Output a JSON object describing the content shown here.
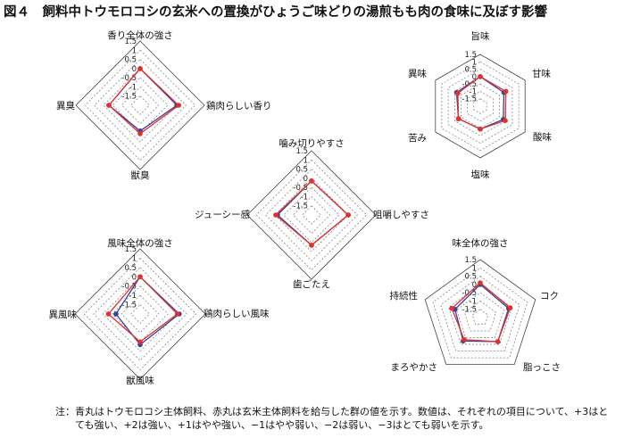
{
  "title": "図４　飼料中トウモロコシの玄米への置換がひょうご味どりの湯煎もも肉の食味に及ぼす影響",
  "legend_colors": {
    "corn": "#3a3f9a",
    "rice": "#e2302a"
  },
  "note": {
    "label": "注：",
    "text": "青丸はトウモロコシ主体飼料、赤丸は玄米主体飼料を給与した群の値を示す。数値は、それぞれの項目について、+3はとても強い、+2は強い、+1はやや強い、−1はやや弱い、−2は弱い、−3はとても弱いを示す。"
  },
  "chart_data": [
    {
      "type": "radar",
      "id": "aroma",
      "axes": [
        "香り全体の強さ",
        "鶏肉らしい香り",
        "獣臭",
        "異臭"
      ],
      "tick_labels": [
        "1.5",
        "1",
        "0.5",
        "0",
        "-0.5",
        "-1",
        "-1.5"
      ],
      "range": [
        -2,
        1.5
      ],
      "series": [
        {
          "key": "corn",
          "values": [
            0.0,
            0.0,
            -0.6,
            -0.3
          ]
        },
        {
          "key": "rice",
          "values": [
            0.0,
            0.1,
            -0.45,
            -0.3
          ]
        }
      ]
    },
    {
      "type": "radar",
      "id": "taste",
      "axes": [
        "旨味",
        "甘味",
        "酸味",
        "塩味",
        "苦み",
        "異味"
      ],
      "tick_labels": [
        "1.5",
        "1",
        "0.5",
        "0",
        "-0.5",
        "-1",
        "-1.5"
      ],
      "range": [
        -2,
        1.5
      ],
      "series": [
        {
          "key": "corn",
          "values": [
            0.0,
            -0.15,
            -0.2,
            -0.45,
            -0.3,
            -0.15
          ]
        },
        {
          "key": "rice",
          "values": [
            0.0,
            0.0,
            -0.05,
            -0.45,
            -0.3,
            -0.25
          ]
        }
      ]
    },
    {
      "type": "radar",
      "id": "texture",
      "axes": [
        "噛み切りやすさ",
        "咀嚼しやすさ",
        "歯ごたえ",
        "ジューシー感"
      ],
      "tick_labels": [
        "1.5",
        "1",
        "0.5",
        "0",
        "-0.5",
        "-1",
        "-1.5"
      ],
      "range": [
        -2,
        1.5
      ],
      "series": [
        {
          "key": "corn",
          "values": [
            -0.15,
            0.0,
            -0.35,
            -0.15
          ]
        },
        {
          "key": "rice",
          "values": [
            -0.15,
            0.0,
            -0.35,
            -0.05
          ]
        }
      ]
    },
    {
      "type": "radar",
      "id": "flavor",
      "axes": [
        "風味全体の強さ",
        "鶏肉らしい風味",
        "獣風味",
        "異風味"
      ],
      "tick_labels": [
        "1.5",
        "1",
        "0.5",
        "0",
        "-0.5",
        "-1",
        "-1.5"
      ],
      "range": [
        -2,
        1.5
      ],
      "series": [
        {
          "key": "corn",
          "values": [
            0.0,
            0.1,
            -0.35,
            -0.7
          ]
        },
        {
          "key": "rice",
          "values": [
            0.0,
            0.0,
            -0.5,
            -0.3
          ]
        }
      ]
    },
    {
      "type": "radar",
      "id": "overall",
      "axes": [
        "味全体の強さ",
        "コク",
        "脂っこさ",
        "まろやかさ",
        "持続性"
      ],
      "tick_labels": [
        "1.5",
        "1",
        "0.5",
        "0",
        "-0.5",
        "-1",
        "-1.5"
      ],
      "range": [
        -2,
        1.5
      ],
      "series": [
        {
          "key": "corn",
          "values": [
            0.0,
            -0.2,
            -0.2,
            -0.25,
            -0.4
          ]
        },
        {
          "key": "rice",
          "values": [
            0.1,
            -0.1,
            -0.2,
            -0.35,
            -0.2
          ]
        }
      ]
    }
  ]
}
